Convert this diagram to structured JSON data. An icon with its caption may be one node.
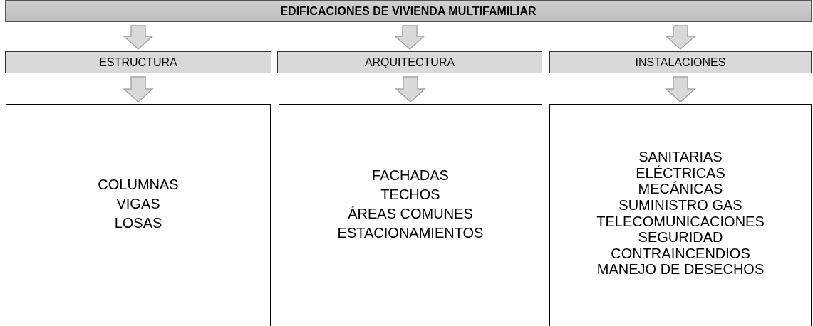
{
  "diagram": {
    "nodes": [
      {
        "text": [
          "EDIFICACIONES DE VIVIENDA MULTIFAMILIAR"
        ]
      },
      {
        "text": [
          "ESTRUCTURA"
        ]
      },
      {
        "text": [
          "ARQUITECTURA"
        ]
      },
      {
        "text": [
          "INSTALACIONES"
        ]
      },
      {
        "text": [
          "COLUMNAS",
          "VIGAS",
          "LOSAS"
        ]
      },
      {
        "text": [
          "FACHADAS",
          "TECHOS",
          "ÁREAS COMUNES",
          "ESTACIONAMIENTOS"
        ]
      },
      {
        "text": [
          "SANITARIAS",
          "ELÉCTRICAS",
          "MECÁNICAS",
          "SUMINISTRO GAS",
          "TELECOMUNICACIONES",
          "SEGURIDAD",
          "CONTRAINCENDIOS",
          "MANEJO DE DESECHOS"
        ]
      }
    ],
    "edges": [
      {
        "from": 0,
        "to": 1,
        "arrow": "to"
      },
      {
        "from": 0,
        "to": 2,
        "arrow": "to"
      },
      {
        "from": 0,
        "to": 3,
        "arrow": "to"
      },
      {
        "from": 1,
        "to": 4,
        "arrow": "to"
      },
      {
        "from": 2,
        "to": 5,
        "arrow": "to"
      },
      {
        "from": 3,
        "to": 6,
        "arrow": "to"
      }
    ]
  }
}
